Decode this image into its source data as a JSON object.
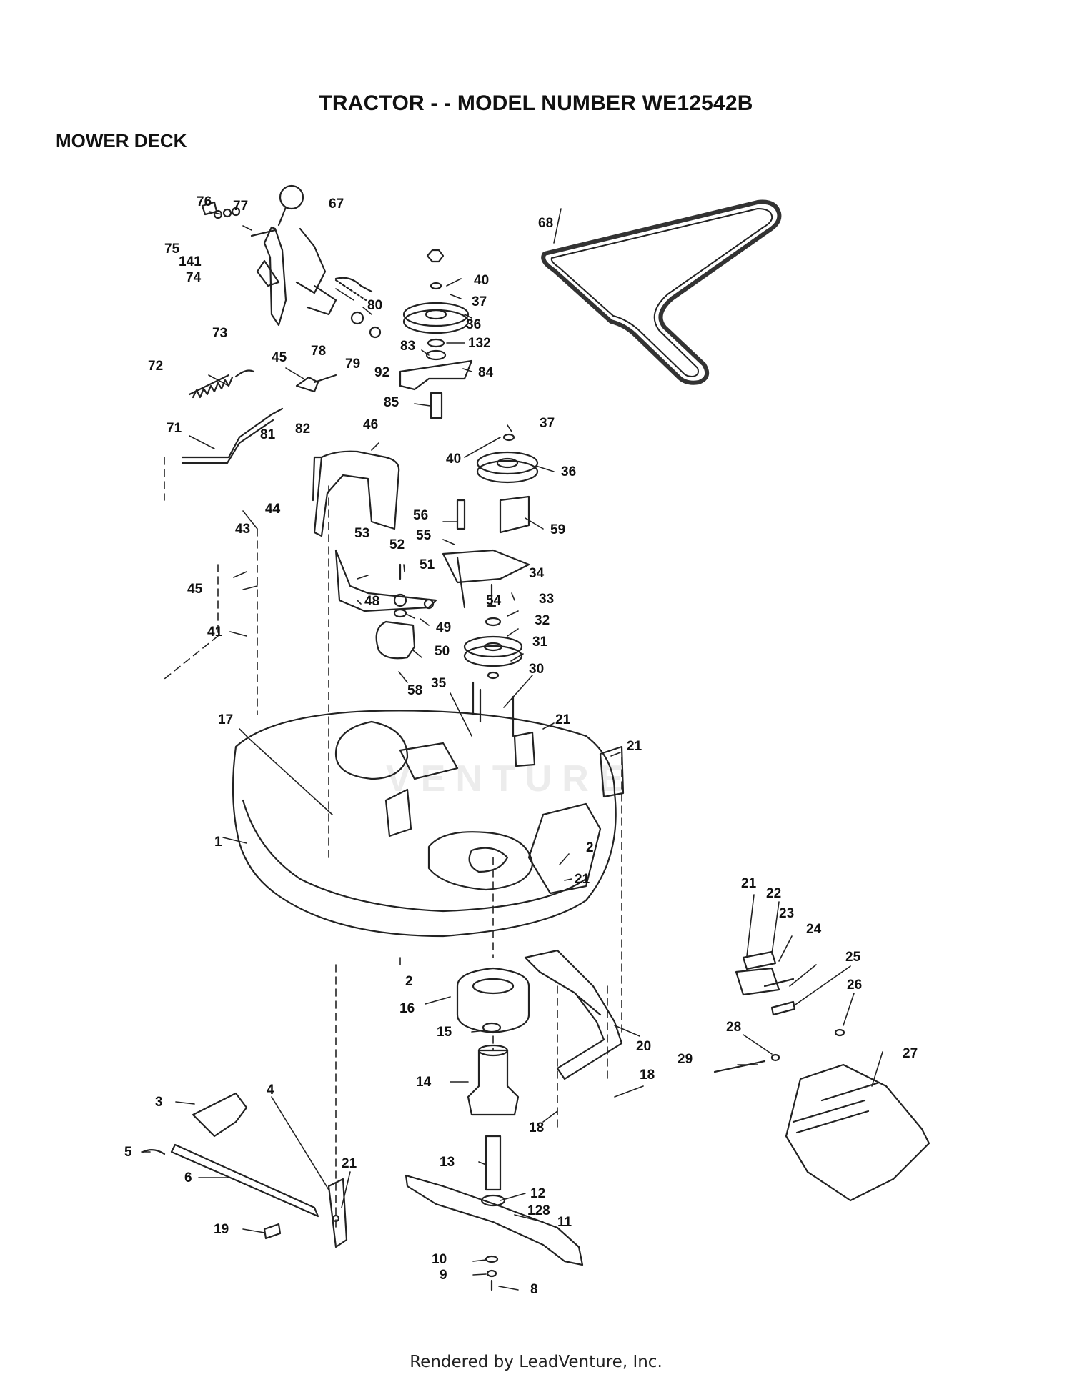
{
  "title": "TRACTOR - - MODEL NUMBER WE12542B",
  "section": "MOWER DECK",
  "footer": "Rendered by LeadVenture, Inc.",
  "watermark": "VENTURE",
  "part_numbers": [
    "1",
    "2",
    "3",
    "4",
    "5",
    "6",
    "8",
    "9",
    "10",
    "11",
    "12",
    "13",
    "14",
    "15",
    "16",
    "17",
    "18",
    "19",
    "20",
    "21",
    "22",
    "23",
    "24",
    "25",
    "26",
    "27",
    "28",
    "29",
    "30",
    "31",
    "32",
    "33",
    "34",
    "35",
    "36",
    "37",
    "40",
    "41",
    "43",
    "44",
    "45",
    "46",
    "48",
    "49",
    "50",
    "51",
    "52",
    "53",
    "54",
    "55",
    "56",
    "58",
    "59",
    "67",
    "68",
    "71",
    "72",
    "73",
    "74",
    "75",
    "76",
    "77",
    "78",
    "79",
    "80",
    "81",
    "82",
    "83",
    "84",
    "85",
    "92",
    "128",
    "132",
    "141"
  ]
}
